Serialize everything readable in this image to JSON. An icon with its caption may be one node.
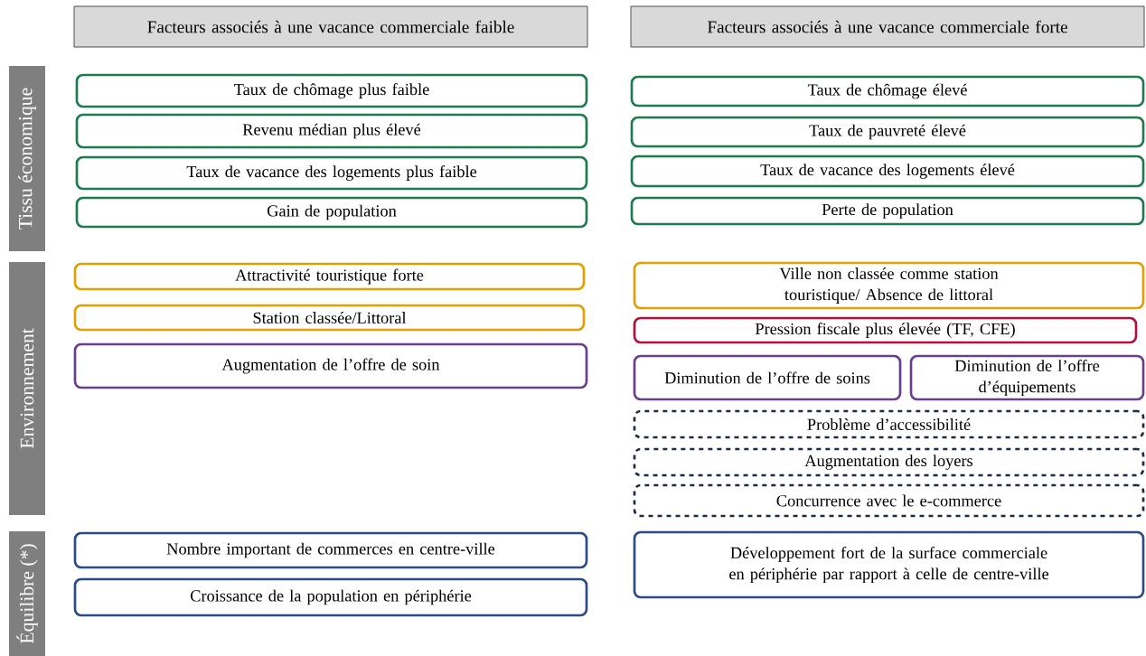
{
  "diagram": {
    "nodes": [
      {
        "text": [
          "Facteurs associés à une vacance commerciale faible"
        ]
      },
      {
        "text": [
          "Facteurs associés à une vacance commerciale forte"
        ]
      },
      {
        "text": [
          "Tissu économique"
        ]
      },
      {
        "text": [
          "Taux de chômage plus faible"
        ]
      },
      {
        "text": [
          "Revenu médian plus élevé"
        ]
      },
      {
        "text": [
          "Taux de vacance des logements plus faible"
        ]
      },
      {
        "text": [
          "Gain de population"
        ]
      },
      {
        "text": [
          "Taux de chômage élevé"
        ]
      },
      {
        "text": [
          "Taux de pauvreté élevé"
        ]
      },
      {
        "text": [
          "Taux de vacance des logements élevé"
        ]
      },
      {
        "text": [
          "Perte de population"
        ]
      },
      {
        "text": [
          "Environnement"
        ]
      },
      {
        "text": [
          "Attractivité touristique forte"
        ]
      },
      {
        "text": [
          "Station classée/Littoral"
        ]
      },
      {
        "text": [
          "Augmentation de l’offre de soin"
        ]
      },
      {
        "text": [
          "Ville non classée comme station touristique/ Absence de littoral"
        ]
      },
      {
        "text": [
          "Pression fiscale plus élevée (TF, CFE)"
        ]
      },
      {
        "text": [
          "Diminution de l’offre de soins"
        ]
      },
      {
        "text": [
          "Diminution de l’offre d’équipements"
        ]
      },
      {
        "text": [
          "Problème d’accessibilité"
        ]
      },
      {
        "text": [
          "Augmentation des loyers"
        ]
      },
      {
        "text": [
          "Concurrence avec le e-commerce"
        ]
      },
      {
        "text": [
          "Équilibre (*)"
        ]
      },
      {
        "text": [
          "Nombre important de commerces en centre-ville"
        ]
      },
      {
        "text": [
          "Croissance de la population en périphérie"
        ]
      },
      {
        "text": [
          "Développement fort de la surface commerciale en périphérie par rapport à celle de centre-ville"
        ]
      }
    ]
  }
}
